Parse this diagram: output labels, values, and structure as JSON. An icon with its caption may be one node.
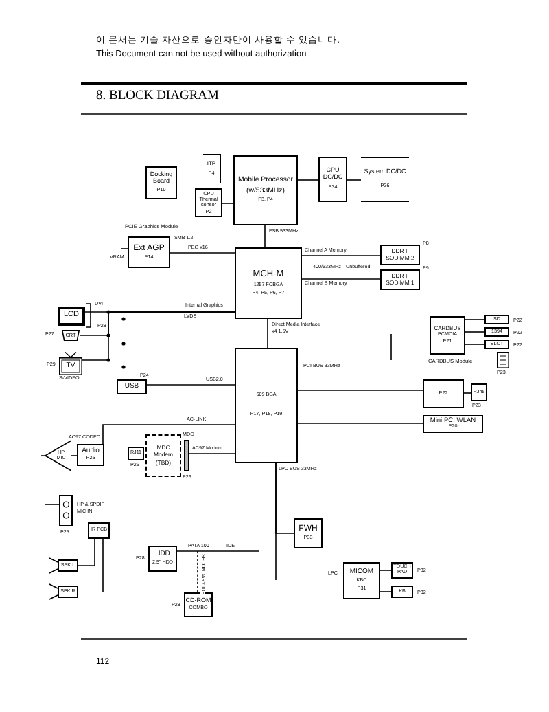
{
  "diagram": {
    "title": "8. BLOCK DIAGRAM",
    "nodes": [
      {
        "text": [
          "Docking Board",
          "P10"
        ]
      },
      {
        "text": [
          "ITP",
          "P4"
        ]
      },
      {
        "text": [
          "CPU Thermal sensor",
          "P2"
        ]
      },
      {
        "text": [
          "Mobile Processor",
          "(w/533MHz)",
          "P3, P4"
        ]
      },
      {
        "text": [
          "CPU DC/DC",
          "P34"
        ]
      },
      {
        "text": [
          "System DC/DC",
          "P36"
        ]
      },
      {
        "text": [
          "PCIE Graphics Module",
          "Ext AGP",
          "P14"
        ],
        "beside": [
          "SMB 1.2",
          "VRAM"
        ]
      },
      {
        "text": [
          "MCH-M",
          "1257 FCBGA",
          "P4, P5, P6, P7"
        ]
      },
      {
        "text": [
          "DDR II SODIMM 2"
        ],
        "beside": [
          "P8"
        ]
      },
      {
        "text": [
          "DDR II SODIMM 1"
        ],
        "beside": [
          "P9"
        ]
      },
      {
        "text": [
          "LCD"
        ],
        "beside": [
          "P28"
        ]
      },
      {
        "text": [
          "CRT"
        ],
        "beside": [
          "P27"
        ]
      },
      {
        "text": [
          "TV"
        ],
        "beside": [
          "P29",
          "S-VIDEO"
        ]
      },
      {
        "text": [
          "USB"
        ],
        "beside": [
          "P24"
        ]
      },
      {
        "text": [
          "609 BGA",
          "P17, P18, P19"
        ],
        "beside": [
          "PCI BUS 33MHz"
        ]
      },
      {
        "text": [
          "AC97 CODEC",
          "Audio",
          "P25"
        ]
      },
      {
        "text": [
          "MDC",
          "Modem",
          "(TBD)"
        ]
      },
      {
        "text": [
          "RJ11"
        ],
        "beside": [
          "P26"
        ]
      },
      {
        "text": [],
        "shape": "bar",
        "beside": [
          "MDC",
          "P26"
        ]
      },
      {
        "text": [
          "CARDBUS",
          "PCMCIA",
          "P21"
        ],
        "beside": [
          "CARDBUS Module"
        ]
      },
      {
        "text": [
          "SD"
        ],
        "beside": [
          "P22"
        ]
      },
      {
        "text": [
          "1394"
        ],
        "beside": [
          "P22"
        ]
      },
      {
        "text": [
          "SLOT"
        ],
        "beside": [
          "P22"
        ]
      },
      {
        "text": [
          "P22"
        ]
      },
      {
        "text": [
          "RJ45"
        ],
        "beside": [
          "P23"
        ]
      },
      {
        "text": [
          "Mini PCI WLAN",
          "P20"
        ]
      },
      {
        "text": [
          "FWH",
          "P33"
        ]
      },
      {
        "text": [
          "MICOM",
          "KBC",
          "P31"
        ]
      },
      {
        "text": [
          "TOUCH PAD"
        ],
        "beside": [
          "P32"
        ]
      },
      {
        "text": [
          "KB"
        ],
        "beside": [
          "P32"
        ]
      },
      {
        "text": [
          "HDD",
          "2.5\" HDD"
        ],
        "beside": [
          "P28"
        ]
      },
      {
        "text": [
          "CD-ROM",
          "COMBO"
        ],
        "beside": [
          "P28"
        ]
      },
      {
        "text": [],
        "shape": "box",
        "beside": [
          "HP & SPDIF",
          "MIC IN",
          "P25"
        ]
      },
      {
        "text": [
          "IR PCB"
        ]
      },
      {
        "text": [
          "SPK L"
        ]
      },
      {
        "text": [
          "SPK R"
        ]
      },
      {
        "text": [
          "HP",
          "MIC"
        ]
      }
    ],
    "edges": [
      {
        "from": 2,
        "to": 3,
        "arrow": "none"
      },
      {
        "from": 3,
        "to": 4,
        "arrow": "none"
      },
      {
        "from": 4,
        "to": 5,
        "arrow": "none"
      },
      {
        "from": 3,
        "to": 7,
        "arrow": "none",
        "label": "FSB 533MHz"
      },
      {
        "from": 6,
        "to": 7,
        "arrow": "none",
        "label": "PEG x16"
      },
      {
        "from": 7,
        "to": 8,
        "arrow": "none",
        "label": "Channel A Memory"
      },
      {
        "from": 7,
        "to": 9,
        "arrow": "none",
        "label": "Channel B Memory"
      },
      {
        "from": 7,
        "to": 10,
        "arrow": "none",
        "label": "LVDS"
      },
      {
        "from": 7,
        "to": 11,
        "arrow": "none"
      },
      {
        "from": 7,
        "to": 12,
        "arrow": "none"
      },
      {
        "from": 13,
        "to": 14,
        "arrow": "none",
        "label": "USB2.0"
      },
      {
        "from": 7,
        "to": 14,
        "arrow": "none",
        "label": "Direct Media Interface"
      },
      {
        "from": 15,
        "to": 14,
        "arrow": "none",
        "label": "AC-LINK"
      },
      {
        "from": 18,
        "to": 14,
        "arrow": "none",
        "label": "AC97 Modem"
      },
      {
        "from": 15,
        "to": 36,
        "arrow": "none"
      },
      {
        "from": 14,
        "to": 23,
        "arrow": "none"
      },
      {
        "from": 14,
        "to": 25,
        "arrow": "none"
      },
      {
        "from": 23,
        "to": 24,
        "arrow": "none"
      },
      {
        "from": 19,
        "to": 20,
        "arrow": "none"
      },
      {
        "from": 19,
        "to": 21,
        "arrow": "none"
      },
      {
        "from": 19,
        "to": 22,
        "arrow": "none"
      },
      {
        "from": 14,
        "to": 26,
        "arrow": "none",
        "label": "LPC BUS 33MHz"
      },
      {
        "from": 14,
        "to": null,
        "arrow": "none"
      },
      {
        "from": 27,
        "to": 28,
        "arrow": "none"
      },
      {
        "from": 27,
        "to": 29,
        "arrow": "none"
      },
      {
        "from": 30,
        "to": null,
        "arrow": "none",
        "label": "PATA 100"
      },
      {
        "from": null,
        "to": 31,
        "arrow": "none",
        "style": "dashed",
        "label": "SECONDARY IDE"
      },
      {
        "from": 33,
        "to": 34,
        "arrow": "none"
      },
      {
        "from": 33,
        "to": null,
        "arrow": "none"
      },
      {
        "from": 32,
        "to": null,
        "arrow": "none"
      }
    ],
    "labels": [
      "이 문서는 기술 자산으로 승인자만이 사용할 수 있습니다.",
      "This Document can not be used without authorization",
      "400/533MHz",
      "Unbuffered",
      "Internal Graphics",
      "DVI",
      "x4 1.5V",
      "P23",
      "IDE",
      "LPC",
      "112"
    ]
  }
}
